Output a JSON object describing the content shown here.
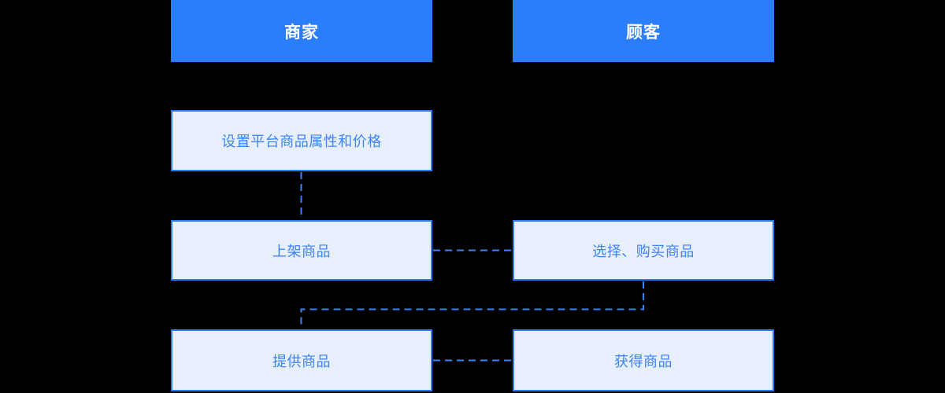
{
  "diagram": {
    "title": "merchant-customer-goods-flow",
    "lanes": [
      {
        "id": "merchant",
        "label": "商家"
      },
      {
        "id": "customer",
        "label": "顾客"
      }
    ],
    "nodes": [
      {
        "id": "n1",
        "lane": "merchant",
        "label": "设置平台商品属性和价格"
      },
      {
        "id": "n2",
        "lane": "merchant",
        "label": "上架商品"
      },
      {
        "id": "n3",
        "lane": "customer",
        "label": "选择、购买商品"
      },
      {
        "id": "n4",
        "lane": "merchant",
        "label": "提供商品"
      },
      {
        "id": "n5",
        "lane": "customer",
        "label": "获得商品"
      }
    ],
    "edges": [
      {
        "from": "n1",
        "to": "n2",
        "style": "dashed"
      },
      {
        "from": "n2",
        "to": "n3",
        "style": "dashed"
      },
      {
        "from": "n3",
        "to": "n4",
        "style": "dashed"
      },
      {
        "from": "n4",
        "to": "n5",
        "style": "dashed"
      }
    ],
    "colors": {
      "canvas_bg": "#000000",
      "header_bg": "#2A7DFB",
      "header_text": "#FFFFFF",
      "node_bg": "#E7EEFC",
      "node_border": "#2E7CF2",
      "node_text": "#4083F5",
      "connector": "#3B82F6"
    }
  }
}
